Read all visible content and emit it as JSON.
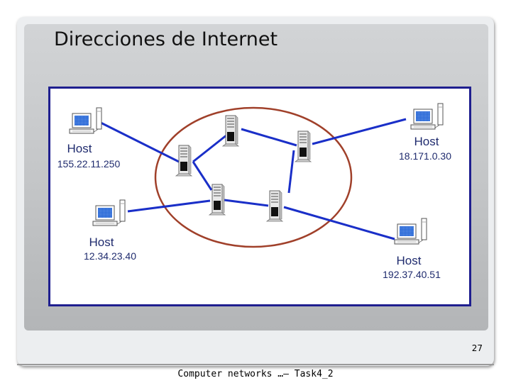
{
  "slide": {
    "title": "Direcciones de Internet",
    "page_number": "27",
    "footer": "Computer networks …– Task4_2"
  },
  "diagram": {
    "hosts": [
      {
        "label": "Host",
        "address": "155.22.11.250"
      },
      {
        "label": "Host",
        "address": "18.171.0.30"
      },
      {
        "label": "Host",
        "address": "12.34.23.40"
      },
      {
        "label": "Host",
        "address": "192.37.40.51"
      }
    ],
    "colors": {
      "link": "#1a2fc8",
      "cloud_outline": "#a0402a",
      "box_border": "#1f1f8f",
      "host_text": "#1f2b6e",
      "screen": "#2a6ad8"
    },
    "icons": [
      "desktop-computer-icon",
      "server-tower-icon"
    ]
  }
}
